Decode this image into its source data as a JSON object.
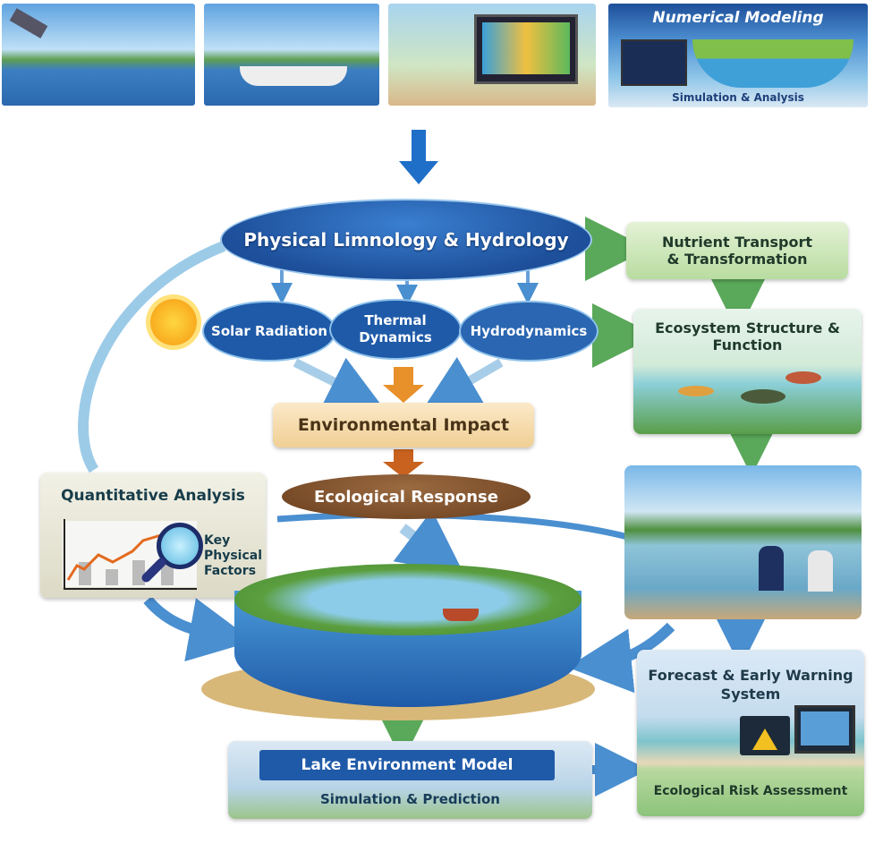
{
  "top_images": {
    "numerical_modeling": {
      "title": "Numerical Modeling",
      "subtitle": "Simulation & Analysis"
    }
  },
  "physical": {
    "title": "Physical Limnology & Hydrology"
  },
  "factors": [
    {
      "label": "Solar Radiation"
    },
    {
      "label": "Thermal Dynamics"
    },
    {
      "label": "Hydrodynamics"
    }
  ],
  "environmental_impact": "Environmental Impact",
  "ecological_response": "Ecological Response",
  "quantitative": {
    "title": "Quantitative Analysis",
    "caption": "Key Physical Factors"
  },
  "nutrient": "Nutrient Transport & Transformation",
  "ecosystem": "Ecosystem Structure & Function",
  "lake_model": {
    "title": "Lake Environment Model",
    "subtitle": "Simulation & Prediction"
  },
  "forecast": {
    "title": "Forecast & Early Warning System",
    "subtitle": "Ecological Risk Assessment"
  },
  "colors": {
    "blue": "#1f5aa8",
    "green": "#5aa85a",
    "orange": "#e0822a",
    "brown": "#7a4a2a"
  }
}
